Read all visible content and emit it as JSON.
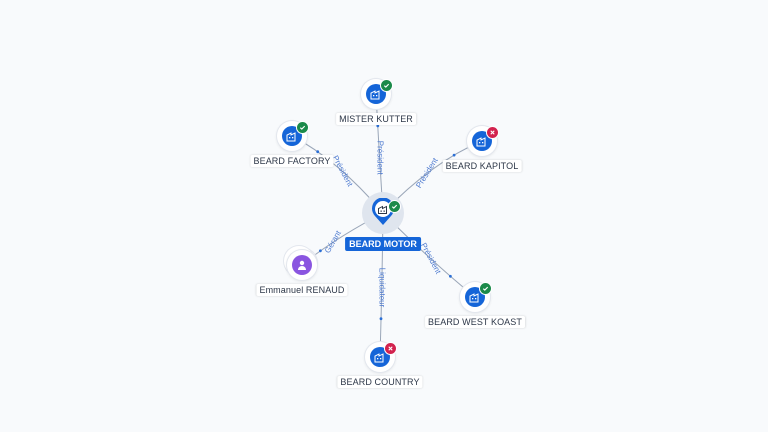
{
  "center": {
    "name": "BEARD MOTOR",
    "status": "active",
    "icon": "company-icon"
  },
  "nodes": [
    {
      "id": "mister_kutter",
      "name": "MISTER KUTTER",
      "status": "active",
      "icon": "company-icon"
    },
    {
      "id": "beard_factory",
      "name": "BEARD FACTORY",
      "status": "active",
      "icon": "company-icon"
    },
    {
      "id": "beard_kapitol",
      "name": "BEARD KAPITOL",
      "status": "closed",
      "icon": "company-icon"
    },
    {
      "id": "emmanuel_renaud",
      "name": "Emmanuel RENAUD",
      "status": "none",
      "icon": "person-icon"
    },
    {
      "id": "beard_west_koast",
      "name": "BEARD WEST KOAST",
      "status": "active",
      "icon": "company-icon"
    },
    {
      "id": "beard_country",
      "name": "BEARD COUNTRY",
      "status": "closed",
      "icon": "company-icon"
    }
  ],
  "edges": [
    {
      "to": "mister_kutter",
      "label": "Président"
    },
    {
      "to": "beard_factory",
      "label": "Président"
    },
    {
      "to": "beard_kapitol",
      "label": "Président"
    },
    {
      "to": "emmanuel_renaud",
      "label": "Gérant"
    },
    {
      "to": "beard_west_koast",
      "label": "Président"
    },
    {
      "to": "beard_country",
      "label": "Liquidateur"
    }
  ],
  "colors": {
    "company": "#1565d8",
    "person": "#8a55e0",
    "active_badge": "#1b8a4a",
    "closed_badge": "#d2224e",
    "edge": "#9aa6b8",
    "edge_label": "#4f7bd0"
  }
}
